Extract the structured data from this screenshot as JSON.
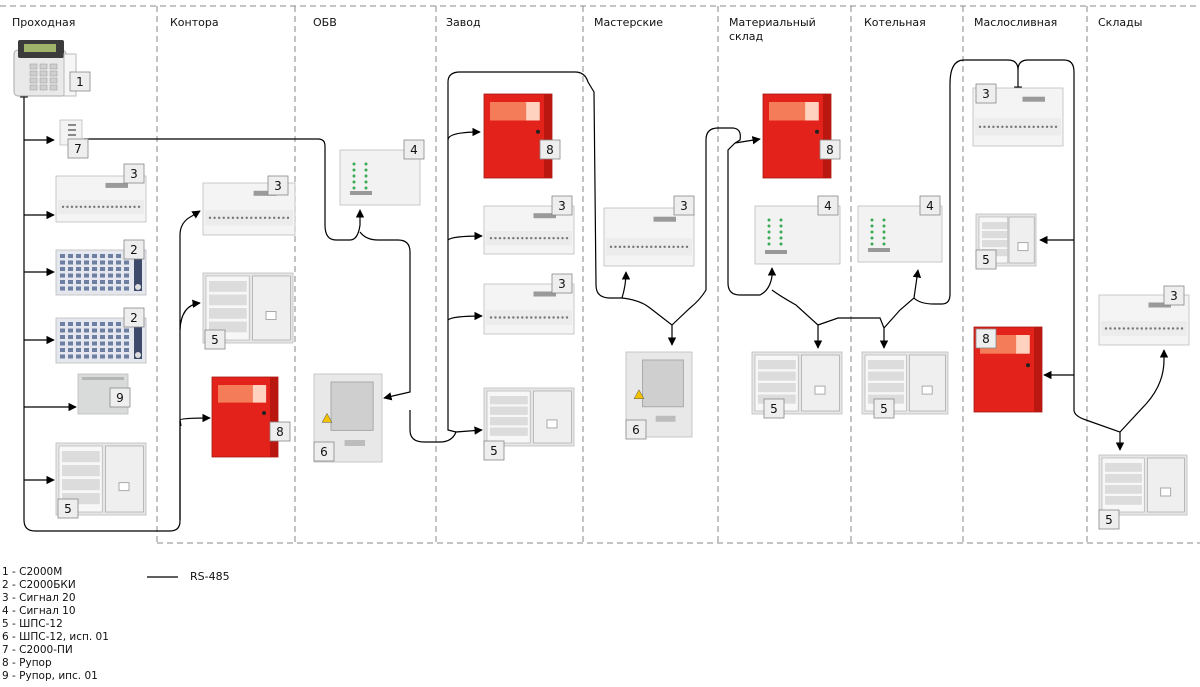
{
  "zones": [
    {
      "id": "prohodnaya",
      "title": "Проходная"
    },
    {
      "id": "kontora",
      "title": "Контора"
    },
    {
      "id": "obv",
      "title": "ОБВ"
    },
    {
      "id": "zavod",
      "title": "Завод"
    },
    {
      "id": "masterskie",
      "title": "Мастерские"
    },
    {
      "id": "material",
      "title": "Материальный\nсклад"
    },
    {
      "id": "kotelnaya",
      "title": "Котельная"
    },
    {
      "id": "maslo",
      "title": "Маслосливная"
    },
    {
      "id": "sklady",
      "title": "Склады"
    }
  ],
  "devices": [
    {
      "type": "kbd",
      "num": "1"
    },
    {
      "type": "pi",
      "num": "7"
    },
    {
      "type": "s20",
      "num": "3"
    },
    {
      "type": "bki",
      "num": "2"
    },
    {
      "type": "bki",
      "num": "2"
    },
    {
      "type": "rup01",
      "num": "9"
    },
    {
      "type": "shps",
      "num": "5"
    },
    {
      "type": "s20",
      "num": "3"
    },
    {
      "type": "shps",
      "num": "5"
    },
    {
      "type": "red",
      "num": "8"
    },
    {
      "type": "s10",
      "num": "4"
    },
    {
      "type": "shps01",
      "num": "6"
    },
    {
      "type": "red",
      "num": "8"
    },
    {
      "type": "s20",
      "num": "3"
    },
    {
      "type": "s20",
      "num": "3"
    },
    {
      "type": "shps",
      "num": "5"
    },
    {
      "type": "s20",
      "num": "3"
    },
    {
      "type": "shps01",
      "num": "6"
    },
    {
      "type": "red",
      "num": "8"
    },
    {
      "type": "s10",
      "num": "4"
    },
    {
      "type": "shps",
      "num": "5"
    },
    {
      "type": "s10",
      "num": "4"
    },
    {
      "type": "shps",
      "num": "5"
    },
    {
      "type": "s20",
      "num": "3"
    },
    {
      "type": "shps",
      "num": "5"
    },
    {
      "type": "red",
      "num": "8"
    },
    {
      "type": "s20",
      "num": "3"
    },
    {
      "type": "shps",
      "num": "5"
    }
  ],
  "legend": {
    "items": [
      "1 - С2000М",
      "2 - С2000БКИ",
      "3 - Сигнал 20",
      "4 - Сигнал 10",
      "5 - ШПС-12",
      "6 - ШПС-12, исп. 01",
      "7 - С2000-ПИ",
      "8 - Рупор",
      "9 - Рупор, ипс. 01"
    ],
    "line_label": "RS-485"
  },
  "colors": {
    "line": "#000000",
    "divider": "#888888",
    "red_device": "#e3231b",
    "panel": "#f4f4f4",
    "label_box": "#eeeeee"
  }
}
